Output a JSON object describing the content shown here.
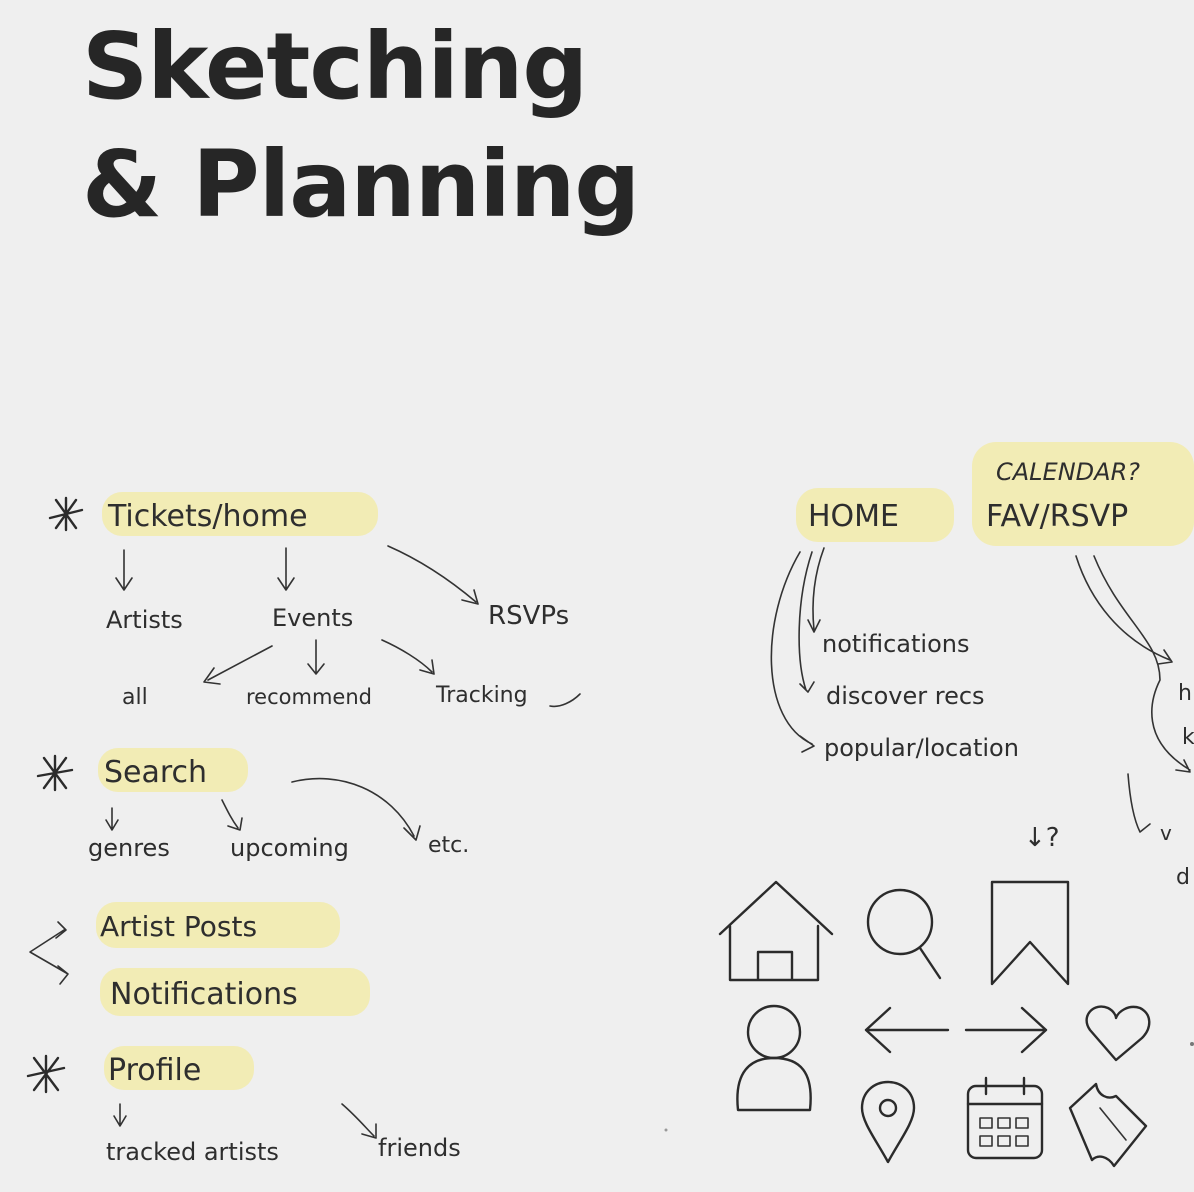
{
  "title": {
    "line1": "Sketching",
    "line2": "& Planning"
  },
  "tree": {
    "tickets": "Tickets/home",
    "artists": "Artists",
    "events": "Events",
    "rsvps": "RSVPs",
    "all": "all",
    "recommend": "recommend",
    "tracking": "Tracking",
    "search": "Search",
    "genres": "genres",
    "upcoming": "upcoming",
    "etc": "etc.",
    "artist_posts": "Artist Posts",
    "notifications": "Notifications",
    "profile": "Profile",
    "tracked_artists": "tracked artists",
    "friends": "friends"
  },
  "nav": {
    "home": "HOME",
    "calendar": "CALENDAR?",
    "fav_rsvp": "FAV/RSVP",
    "notifications": "notifications",
    "discover": "discover recs",
    "popular": "popular/location",
    "question": "↓?"
  },
  "icons": [
    "house-icon",
    "search-icon",
    "bookmark-icon",
    "user-icon",
    "arrow-left-icon",
    "arrow-right-icon",
    "heart-icon",
    "map-pin-icon",
    "calendar-icon",
    "ticket-icon"
  ]
}
